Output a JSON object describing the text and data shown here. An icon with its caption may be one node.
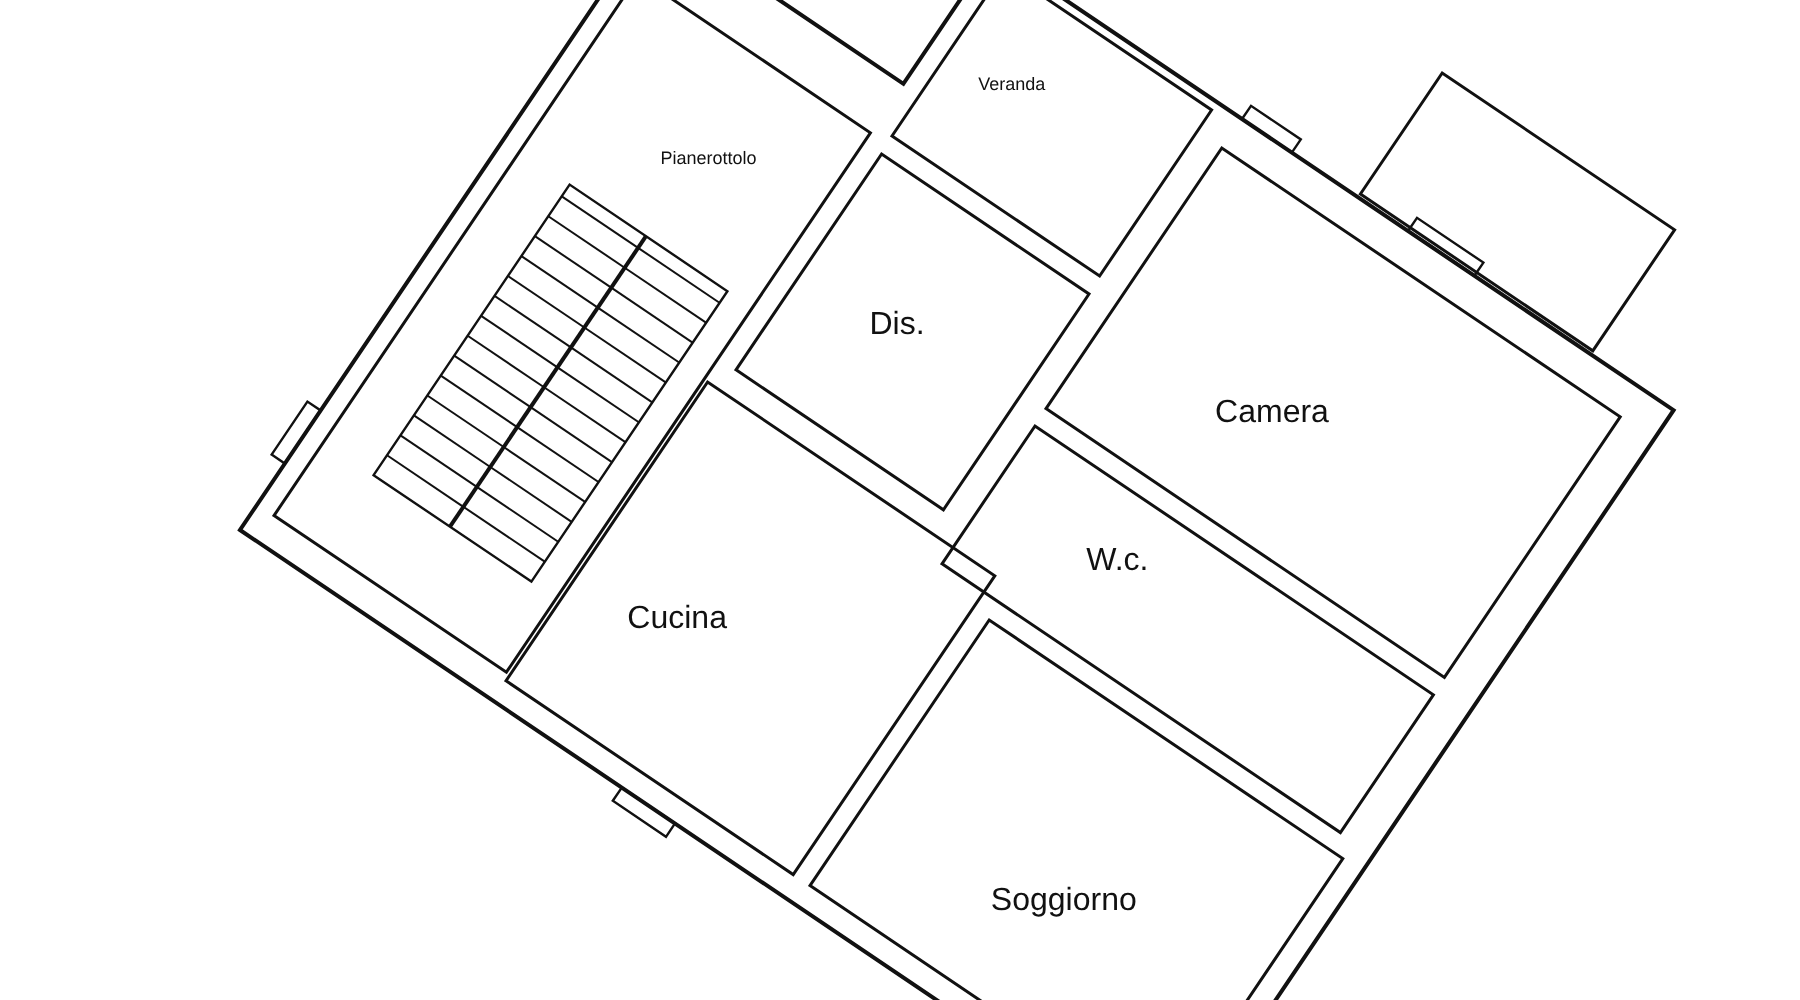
{
  "diagram": {
    "nodes": [
      {
        "text": [
          "Pianerottolo"
        ]
      },
      {
        "text": [
          "Veranda"
        ]
      },
      {
        "text": [
          "Dis."
        ]
      },
      {
        "text": [
          "Camera"
        ]
      },
      {
        "text": [
          "W.c."
        ]
      },
      {
        "text": [
          "Cucina"
        ]
      },
      {
        "text": [
          "Soggiorno"
        ]
      }
    ]
  }
}
